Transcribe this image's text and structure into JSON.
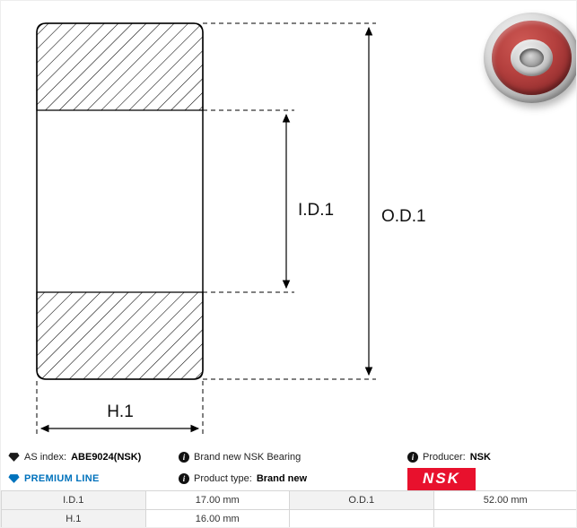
{
  "diagram": {
    "id_label": "I.D.1",
    "od_label": "O.D.1",
    "h_label": "H.1"
  },
  "footer": {
    "as_index": {
      "label": "AS index:",
      "value": "ABE9024(NSK)"
    },
    "premium_line": "PREMIUM LINE",
    "brand_new": "Brand new NSK Bearing",
    "product_type": {
      "label": "Product type:",
      "value": "Brand new"
    },
    "producer": {
      "label": "Producer:",
      "value": "NSK"
    },
    "logo_text": "NSK"
  },
  "table": {
    "rows": [
      {
        "p1_label": "I.D.1",
        "p1_value": "17.00 mm",
        "p2_label": "O.D.1",
        "p2_value": "52.00 mm"
      },
      {
        "p1_label": "H.1",
        "p1_value": "16.00 mm",
        "p2_label": "",
        "p2_value": ""
      }
    ]
  },
  "colors": {
    "accent_blue": "#0072bc",
    "nsk_red": "#e8112d",
    "seal_red": "#9e2f33",
    "line_black": "#000000",
    "table_label_bg": "#f2f2f2"
  }
}
